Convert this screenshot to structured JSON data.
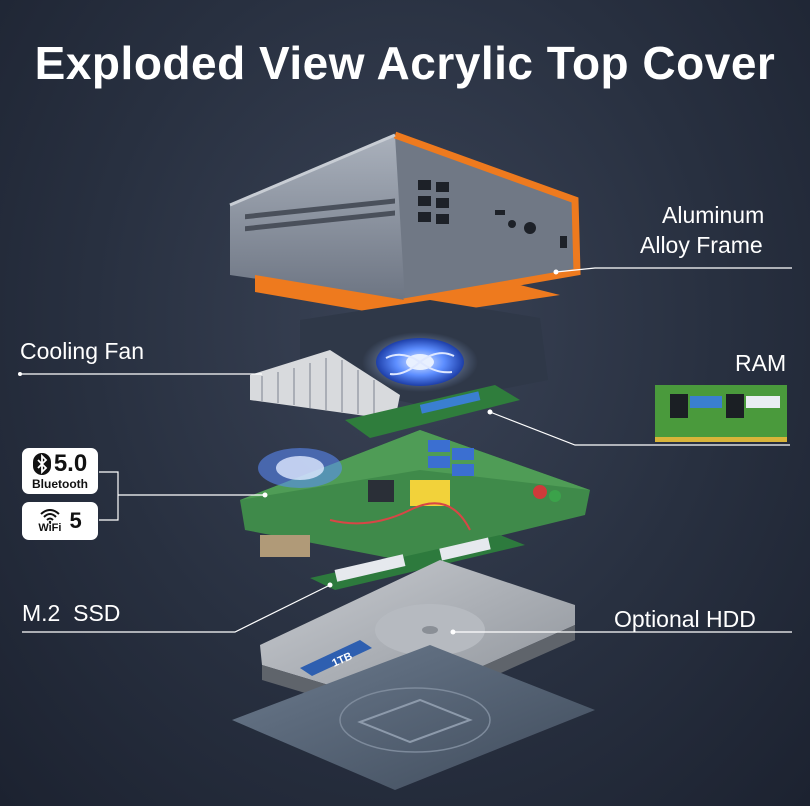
{
  "title": "Exploded View Acrylic Top Cover",
  "labels": {
    "frame_line1": "Aluminum",
    "frame_line2": "Alloy Frame",
    "fan": "Cooling Fan",
    "ram": "RAM",
    "ssd": "M.2  SSD",
    "hdd": "Optional HDD"
  },
  "bluetooth_badge": {
    "version": "5.0",
    "text": "Bluetooth"
  },
  "wifi_badge": {
    "version": "5",
    "text": "WiFi"
  },
  "hdd_capacity": "1TB",
  "colors": {
    "accent_orange": "#ee7a1e",
    "chassis_gray": "#8a929e",
    "fan_blue": "#3b7cff",
    "pcb_green": "#3f8a4a",
    "hdd_plate": "#5b6b7e"
  }
}
